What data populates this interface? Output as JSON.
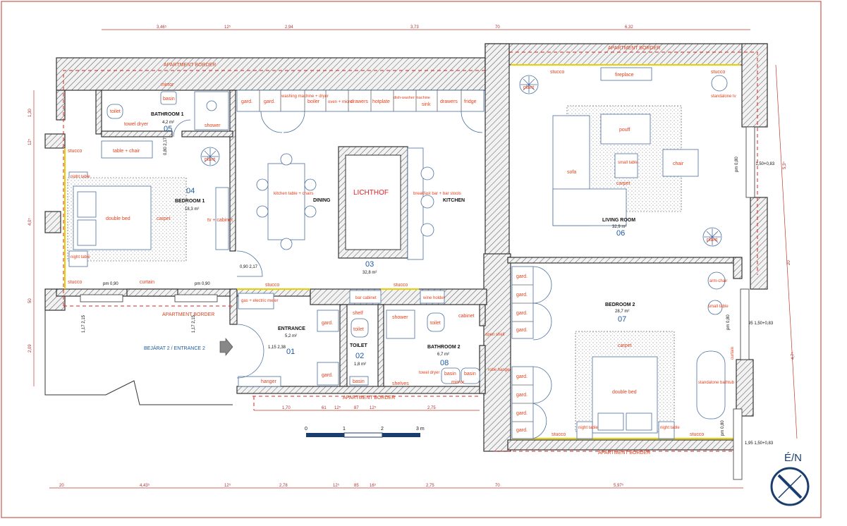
{
  "labels": {
    "apartment_border": "APARTMENT BORDER",
    "stucco": "stucco",
    "lichthof": "LICHTHOF",
    "entrance_sign": "BEJÁRAT 2 / ENTRANCE 2",
    "compass": "É/N"
  },
  "rooms": [
    {
      "number": "01",
      "name": "ENTRANCE",
      "area": "5,2 m²"
    },
    {
      "number": "02",
      "name": "TOILET",
      "area": "1,8 m²"
    },
    {
      "number": "03",
      "name": "",
      "area": "32,8 m²"
    },
    {
      "number": "04",
      "name": "BEDROOM 1",
      "area": "18,3 m²"
    },
    {
      "number": "05",
      "name": "BATHROOM 1",
      "area": "4,2 m²"
    },
    {
      "number": "06",
      "name": "LIVING ROOM",
      "area": "32,9 m²"
    },
    {
      "number": "07",
      "name": "BEDROOM 2",
      "area": "28,7 m²"
    },
    {
      "number": "08",
      "name": "BATHROOM 2",
      "area": "6,7 m²"
    }
  ],
  "zones": {
    "dining": "DINING",
    "kitchen": "KITCHEN"
  },
  "kitchen_cabinets": [
    "gard.",
    "gard.",
    "washing machine + dryer",
    "boiler",
    "oven + micro",
    "drawers",
    "hotplate",
    "dish-washer machine",
    "sink",
    "drawers",
    "fridge"
  ],
  "furniture": {
    "basin": "basin",
    "mirror": "mirror",
    "toilet": "toilet",
    "towel_dryer": "towel dryer",
    "shower": "shower",
    "table_chair": "table + chair",
    "plant": "plant",
    "night_table": "night table",
    "double_bed": "double bed",
    "carpet": "carpet",
    "tv_cabinet": "tv + cabinet",
    "kitchen_table": "kitchen table + chairs",
    "breakfast_bar": "breakfast bar + bar stools",
    "fireplace": "fireplace",
    "standalone_tv": "standalone tv",
    "pouff": "pouff",
    "small_table": "small table",
    "sofa": "sofa",
    "chair": "chair",
    "gas_meter": "gas + electric meter",
    "bar_cabinet": "bar cabinet",
    "wine_holder": "wine holder",
    "shelf": "shelf",
    "cabinet": "cabinet",
    "open_shelf": "open shelf",
    "hanger": "hanger",
    "shelves": "shelves",
    "robe_hanger": "robe hanger",
    "armchair": "arm-chair",
    "standalone_bathtub": "standalone bathtub",
    "curtain": "curtain",
    "gard": "gard."
  },
  "dimensions": {
    "top": [
      "3,46⁵",
      "12⁵",
      "2,94",
      "3,73",
      "70",
      "6,32"
    ],
    "bottom": [
      "20",
      "4,43⁵",
      "12⁵",
      "2,78",
      "12⁵",
      "85",
      "16⁵",
      "2,75",
      "70",
      "5,97⁵"
    ],
    "inner_bottom": [
      "1,70",
      "61",
      "12⁵",
      "87",
      "12⁵",
      "2,75"
    ],
    "left": [
      "1,30",
      "12⁵",
      "4,0⁵",
      "50",
      "2,09"
    ],
    "right": [
      "5,3⁴",
      "20",
      "4,7⁵"
    ],
    "doors": [
      "0,80 2,17",
      "0,90 2,17",
      "1,15 2,38",
      "1,17 2,15",
      "1,17 2,15"
    ],
    "windows": [
      "pm 0,90",
      "pm 0,90",
      "1,95 1,50+0,83",
      "1,95 1,50+0,83",
      "1,95 1,50+0,83",
      "pm 0,80",
      "pm 0,80",
      "pm 0,80"
    ]
  },
  "scale": [
    "0",
    "1",
    "2",
    "3 m"
  ]
}
